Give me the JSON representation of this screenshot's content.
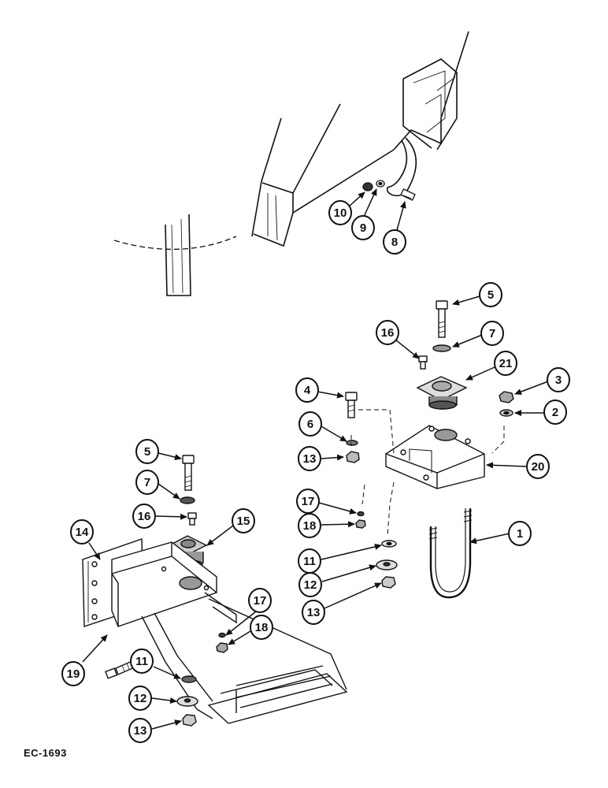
{
  "figure_code": "EC-1693",
  "callouts": [
    {
      "id": "c10",
      "label": "10"
    },
    {
      "id": "c9",
      "label": "9"
    },
    {
      "id": "c8",
      "label": "8"
    },
    {
      "id": "c5a",
      "label": "5"
    },
    {
      "id": "c16a",
      "label": "16"
    },
    {
      "id": "c7a",
      "label": "7"
    },
    {
      "id": "c21",
      "label": "21"
    },
    {
      "id": "c3",
      "label": "3"
    },
    {
      "id": "c4",
      "label": "4"
    },
    {
      "id": "c2",
      "label": "2"
    },
    {
      "id": "c6",
      "label": "6"
    },
    {
      "id": "c13a",
      "label": "13"
    },
    {
      "id": "c20",
      "label": "20"
    },
    {
      "id": "c17a",
      "label": "17"
    },
    {
      "id": "c18a",
      "label": "18"
    },
    {
      "id": "c1",
      "label": "1"
    },
    {
      "id": "c11a",
      "label": "11"
    },
    {
      "id": "c12a",
      "label": "12"
    },
    {
      "id": "c13b",
      "label": "13"
    },
    {
      "id": "c5b",
      "label": "5"
    },
    {
      "id": "c7b",
      "label": "7"
    },
    {
      "id": "c14",
      "label": "14"
    },
    {
      "id": "c16b",
      "label": "16"
    },
    {
      "id": "c15",
      "label": "15"
    },
    {
      "id": "c17b",
      "label": "17"
    },
    {
      "id": "c18b",
      "label": "18"
    },
    {
      "id": "c19",
      "label": "19"
    },
    {
      "id": "c11b",
      "label": "11"
    },
    {
      "id": "c12b",
      "label": "12"
    },
    {
      "id": "c13c",
      "label": "13"
    }
  ]
}
